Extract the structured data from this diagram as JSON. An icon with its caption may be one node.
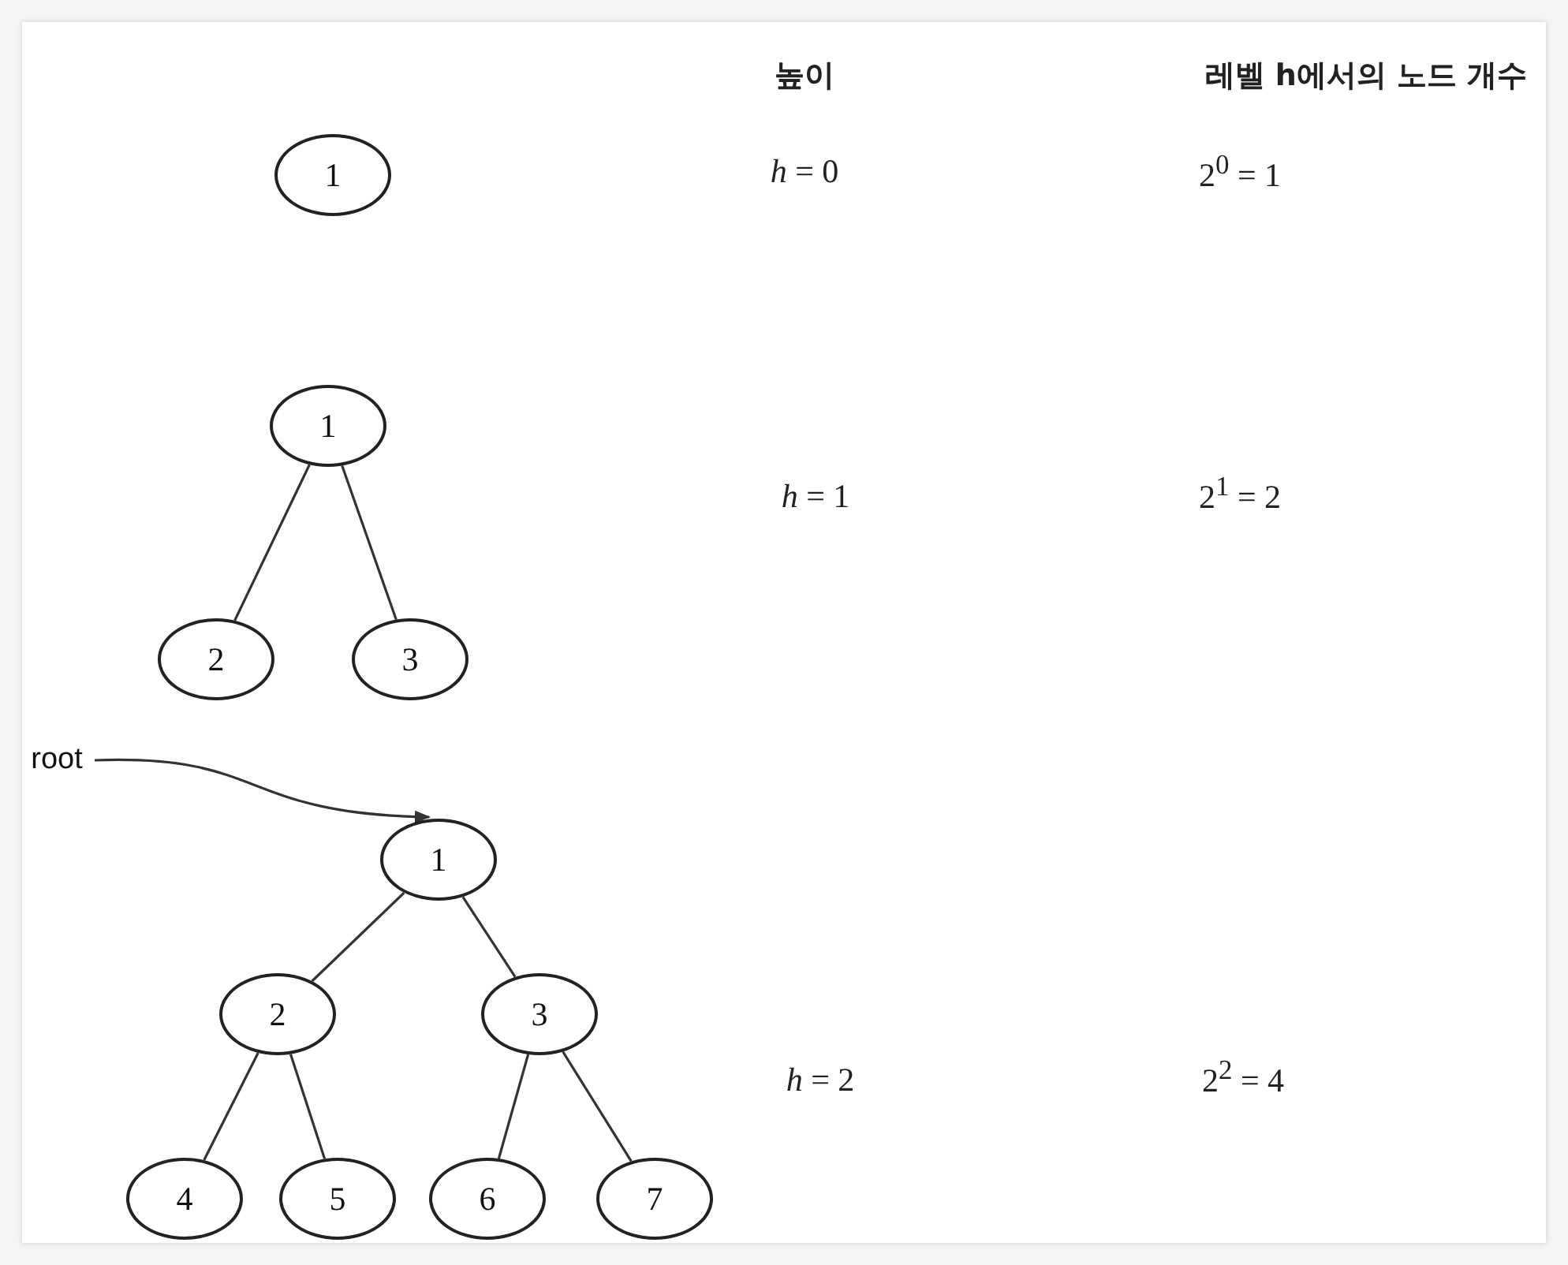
{
  "diagram": {
    "nodes": [
      {
        "text": [
          "1"
        ]
      },
      {
        "text": [
          "1"
        ]
      },
      {
        "text": [
          "2"
        ]
      },
      {
        "text": [
          "3"
        ]
      },
      {
        "text": [
          "root"
        ]
      },
      {
        "text": [
          "1"
        ]
      },
      {
        "text": [
          "2"
        ]
      },
      {
        "text": [
          "3"
        ]
      },
      {
        "text": [
          "4"
        ]
      },
      {
        "text": [
          "5"
        ]
      },
      {
        "text": [
          "6"
        ]
      },
      {
        "text": [
          "7"
        ]
      }
    ],
    "edges": [
      {
        "from": 1,
        "to": 2,
        "arrow": "none"
      },
      {
        "from": 1,
        "to": 3,
        "arrow": "none"
      },
      {
        "from": 4,
        "to": 5,
        "arrow": "to"
      },
      {
        "from": 5,
        "to": 6,
        "arrow": "none"
      },
      {
        "from": 5,
        "to": 7,
        "arrow": "none"
      },
      {
        "from": 6,
        "to": 8,
        "arrow": "none"
      },
      {
        "from": 6,
        "to": 9,
        "arrow": "none"
      },
      {
        "from": 7,
        "to": 10,
        "arrow": "none"
      },
      {
        "from": 7,
        "to": 11,
        "arrow": "none"
      }
    ],
    "labels": [
      "높이",
      "레벨 h에서의 노드 개수",
      "*h* = 0",
      "2$^{0}$ = 1",
      "*h* = 1",
      "2$^{1}$ = 2",
      "*h* = 2",
      "2$^{2}$ = 4"
    ]
  }
}
